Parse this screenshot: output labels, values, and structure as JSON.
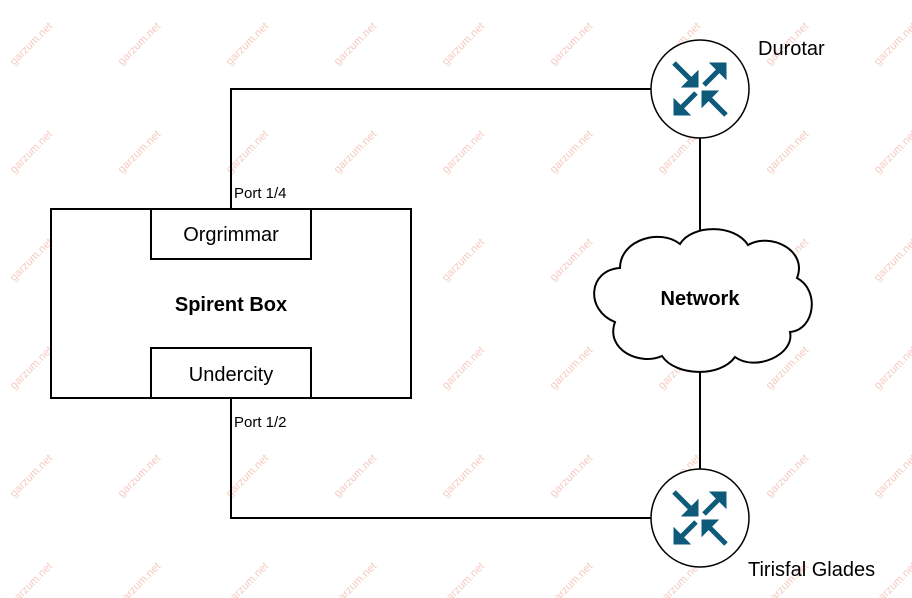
{
  "diagram": {
    "box": {
      "title": "Spirent Box"
    },
    "ports": {
      "top": {
        "name": "Orgrimmar",
        "label": "Port 1/4"
      },
      "bottom": {
        "name": "Undercity",
        "label": "Port 1/2"
      }
    },
    "cloud": {
      "label": "Network"
    },
    "routers": [
      {
        "name": "Durotar",
        "icon": "router-icon"
      },
      {
        "name": "Tirisfal Glades",
        "icon": "router-icon"
      }
    ]
  },
  "watermark": {
    "text": "garzum.net"
  },
  "colors": {
    "router_fill": "#ffffff",
    "router_arrows": "#0e5a7a",
    "line": "#000000"
  }
}
